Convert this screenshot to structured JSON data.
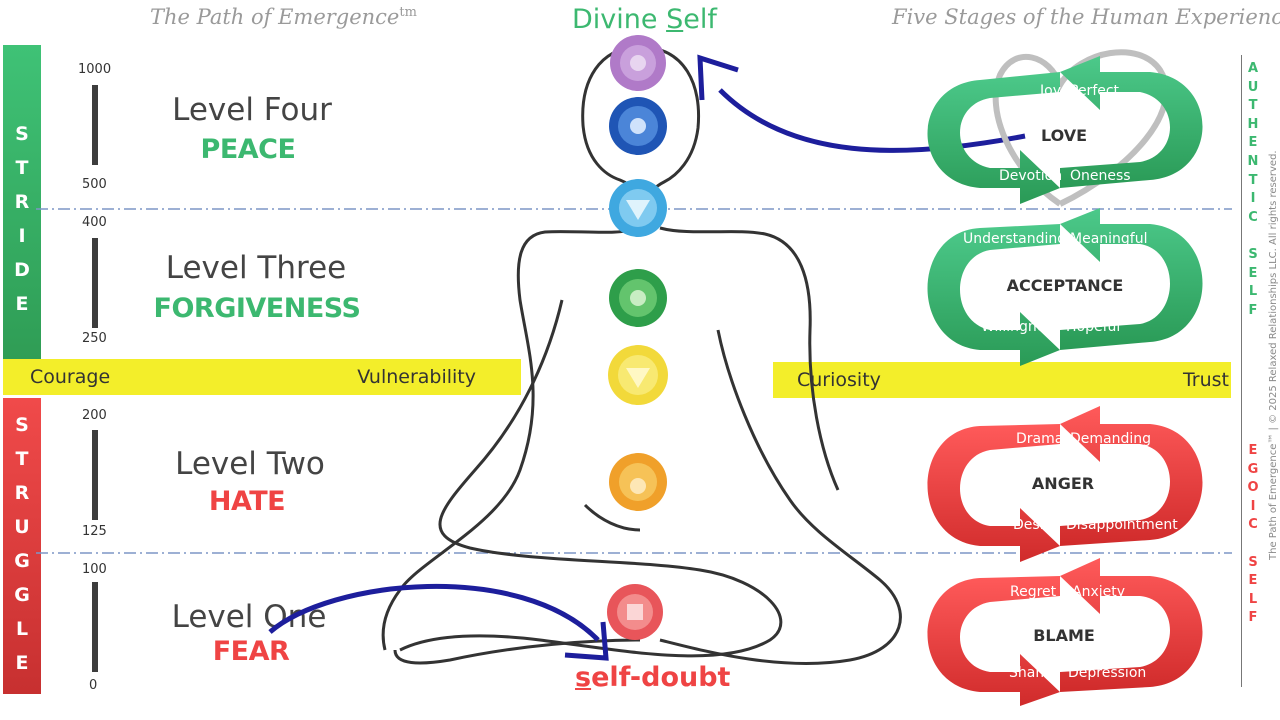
{
  "header": {
    "left_title": "The Path of Emergence",
    "left_title_mark": "tm",
    "center_title_pre": "Divine ",
    "center_title_underline": "S",
    "center_title_post": "elf",
    "right_title": "Five Stages of the Human Experience"
  },
  "left_bar": {
    "top_letters": [
      "S",
      "T",
      "R",
      "I",
      "D",
      "E"
    ],
    "bottom_letters": [
      "S",
      "T",
      "R",
      "U",
      "G",
      "G",
      "L",
      "E"
    ]
  },
  "scale": [
    "1000",
    "500",
    "400",
    "250",
    "200",
    "125",
    "100",
    "0"
  ],
  "levels": [
    {
      "name": "Level Four",
      "word": "PEACE"
    },
    {
      "name": "Level Three",
      "word": "FORGIVENESS"
    },
    {
      "name": "Level Two",
      "word": "HATE"
    },
    {
      "name": "Level One",
      "word": "FEAR"
    }
  ],
  "band_left": {
    "start": "Courage",
    "end": "Vulnerability"
  },
  "band_right": {
    "start": "Curiosity",
    "end": "Trust"
  },
  "cycles": [
    {
      "center": "LOVE",
      "tl": "Joy",
      "tr": "Perfect",
      "bl": "Devotion",
      "br": "Oneness"
    },
    {
      "center": "ACCEPTANCE",
      "tl": "Understanding",
      "tr": "Meaningful",
      "bl": "Willingness",
      "br": "Hopeful"
    },
    {
      "center": "ANGER",
      "tl": "Drama",
      "tr": "Demanding",
      "bl": "Desire",
      "br": "Disappointment"
    },
    {
      "center": "BLAME",
      "tl": "Regret",
      "tr": "Anxiety",
      "bl": "Shame",
      "br": "Depression"
    }
  ],
  "right_vertical": {
    "top": [
      "A",
      "U",
      "T",
      "H",
      "E",
      "N",
      "T",
      "I",
      "C",
      "",
      "S",
      "E",
      "L",
      "F"
    ],
    "bottom": [
      "E",
      "G",
      "O",
      "I",
      "C",
      "",
      "S",
      "E",
      "L",
      "F"
    ]
  },
  "copyright": "The Path of Emergence™ | © 2025 Relaxed Relationships LLC. All rights reserved.",
  "bottom_label": {
    "underline": "s",
    "rest": "elf-doubt"
  },
  "colors": {
    "green": "#3cb870",
    "red": "#ef4444",
    "yellow_band": "#f3ee2a",
    "navy_arrow": "#1d1e9c",
    "dash_line": "#7d95c6"
  }
}
